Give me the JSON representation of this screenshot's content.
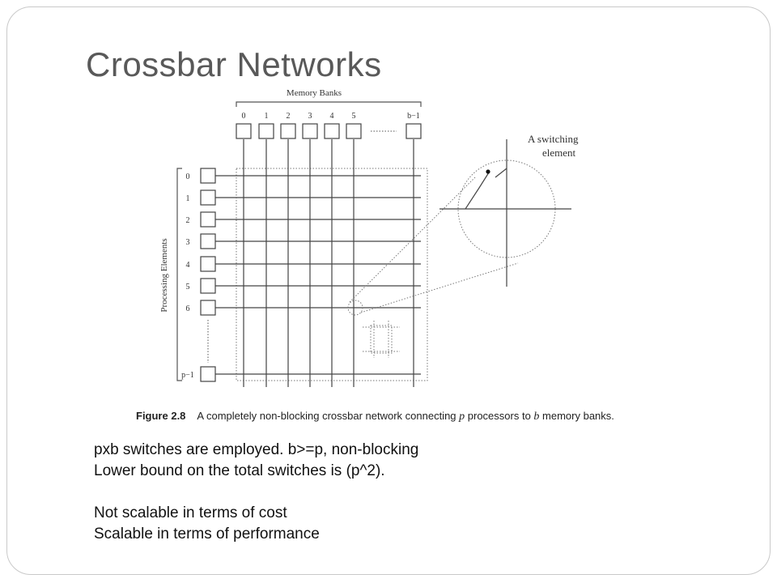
{
  "slide": {
    "title": "Crossbar Networks"
  },
  "figure": {
    "memory_banks_label": "Memory Banks",
    "bank_labels": [
      "0",
      "1",
      "2",
      "3",
      "4",
      "5",
      "b−1"
    ],
    "processing_elements_label": "Processing Elements",
    "pe_labels": [
      "0",
      "1",
      "2",
      "3",
      "4",
      "5",
      "6",
      "p−1"
    ],
    "switch_label_line1": "A switching",
    "switch_label_line2": "element",
    "caption": {
      "figure_number": "Figure 2.8",
      "text_1": "A completely non-blocking crossbar network connecting ",
      "var_p": "p",
      "text_2": " processors to ",
      "var_b": "b",
      "text_3": " memory banks."
    }
  },
  "bullets": {
    "line1": "pxb switches are employed. b>=p, non-blocking",
    "line2": "Lower bound on the total switches is (p^2).",
    "line3": "Not scalable in terms of cost",
    "line4": "Scalable in terms of performance"
  }
}
